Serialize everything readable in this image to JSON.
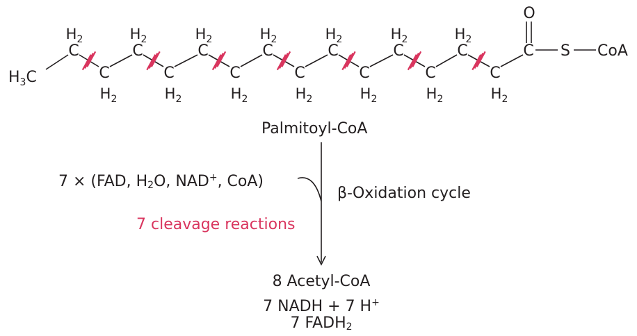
{
  "molecule": {
    "terminal_group": "H",
    "terminal_sub": "3",
    "terminal_c": "C",
    "carbon": "C",
    "h2": "H",
    "h2_sub": "2",
    "carbonyl_o": "O",
    "sulfur": "S",
    "coa": "CoA",
    "cleavage_count": 7,
    "cleavage_color": "#d9355e"
  },
  "label_substrate": "Palmitoyl-CoA",
  "inputs": {
    "prefix": "7 × (FAD, H",
    "h2o_sub": "2",
    "mid": "O, NAD",
    "nad_sup": "+",
    "suffix": ", CoA)"
  },
  "cycle_label": "β-Oxidation cycle",
  "cleavage_label": "7 cleavage reactions",
  "products": {
    "line1": "8 Acetyl-CoA",
    "line2_a": "7 NADH + 7 H",
    "line2_sup": "+",
    "line3_a": "7 FADH",
    "line3_sub": "2"
  }
}
